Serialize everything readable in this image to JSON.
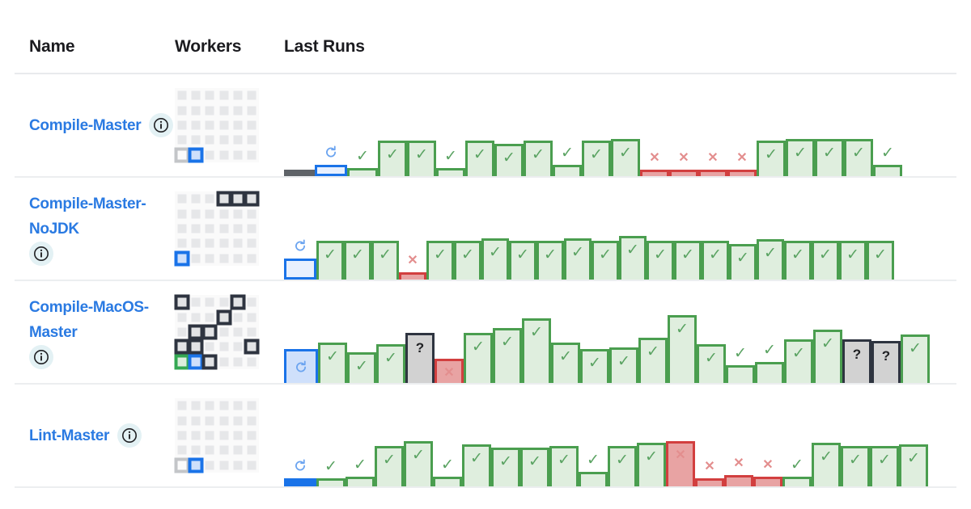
{
  "header": {
    "columns": [
      {
        "key": "name",
        "label": "Name"
      },
      {
        "key": "workers",
        "label": "Workers"
      },
      {
        "key": "runs",
        "label": "Last Runs"
      }
    ]
  },
  "icons": {
    "info": "info-icon",
    "running": "refresh-icon",
    "pass_mark": "✓",
    "fail_mark": "✕",
    "unknown_mark": "?",
    "running_mark": "↻"
  },
  "colors": {
    "link": "#2a7ae2",
    "pass_border": "#4a9e4f",
    "pass_fill": "#dfeede",
    "fail_border": "#d23f3f",
    "fail_fill": "#e8a3a3",
    "running_border": "#1a73e8",
    "running_fill": "#cfe0fb",
    "unknown_border": "#2e3440",
    "unknown_fill": "#d2d2d2",
    "queued": "#5f6368",
    "grid_cell": "#e6e7e9",
    "info_badge_bg": "#e3f1f4",
    "header_text": "#1b1b1f",
    "divider": "#e8eaed"
  },
  "rows": [
    {
      "name": "Compile-Master",
      "info_label": "info",
      "workers": {
        "cols": 6,
        "rows": 5,
        "cells": [
          {
            "r": 4,
            "c": 0,
            "state": "gray"
          },
          {
            "r": 4,
            "c": 1,
            "state": "blue"
          }
        ]
      },
      "runs": [
        {
          "state": "queued",
          "h": 8,
          "w": 38,
          "mark": ""
        },
        {
          "state": "runbox",
          "h": 14,
          "w": 40,
          "mark": "↻"
        },
        {
          "state": "pass",
          "h": 10,
          "w": 38,
          "mark": "✓"
        },
        {
          "state": "pass",
          "h": 44,
          "w": 36,
          "mark": "✓"
        },
        {
          "state": "pass",
          "h": 44,
          "w": 36,
          "mark": "✓"
        },
        {
          "state": "pass",
          "h": 10,
          "w": 36,
          "mark": "✓"
        },
        {
          "state": "pass",
          "h": 44,
          "w": 36,
          "mark": "✓"
        },
        {
          "state": "pass",
          "h": 40,
          "w": 36,
          "mark": "✓"
        },
        {
          "state": "pass",
          "h": 44,
          "w": 36,
          "mark": "✓"
        },
        {
          "state": "pass",
          "h": 14,
          "w": 36,
          "mark": "✓"
        },
        {
          "state": "pass",
          "h": 44,
          "w": 36,
          "mark": "✓"
        },
        {
          "state": "pass",
          "h": 46,
          "w": 36,
          "mark": "✓"
        },
        {
          "state": "fail",
          "h": 8,
          "w": 36,
          "mark": "✕"
        },
        {
          "state": "fail",
          "h": 8,
          "w": 36,
          "mark": "✕"
        },
        {
          "state": "fail",
          "h": 8,
          "w": 36,
          "mark": "✕"
        },
        {
          "state": "fail",
          "h": 8,
          "w": 36,
          "mark": "✕"
        },
        {
          "state": "pass",
          "h": 44,
          "w": 36,
          "mark": "✓"
        },
        {
          "state": "pass",
          "h": 46,
          "w": 36,
          "mark": "✓"
        },
        {
          "state": "pass",
          "h": 46,
          "w": 36,
          "mark": "✓"
        },
        {
          "state": "pass",
          "h": 46,
          "w": 36,
          "mark": "✓"
        },
        {
          "state": "pass",
          "h": 14,
          "w": 36,
          "mark": "✓"
        }
      ]
    },
    {
      "name": "Compile-Master-NoJDK",
      "info_label": "info",
      "workers": {
        "cols": 6,
        "rows": 5,
        "cells": [
          {
            "r": 0,
            "c": 3,
            "state": "dark"
          },
          {
            "r": 0,
            "c": 4,
            "state": "dark"
          },
          {
            "r": 0,
            "c": 5,
            "state": "dark"
          },
          {
            "r": 4,
            "c": 0,
            "state": "blue"
          }
        ]
      },
      "runs": [
        {
          "state": "runbox",
          "h": 26,
          "w": 40,
          "mark": "↻"
        },
        {
          "state": "pass",
          "h": 48,
          "w": 34,
          "mark": "✓"
        },
        {
          "state": "pass",
          "h": 48,
          "w": 34,
          "mark": "✓"
        },
        {
          "state": "pass",
          "h": 48,
          "w": 34,
          "mark": "✓"
        },
        {
          "state": "fail",
          "h": 9,
          "w": 34,
          "mark": "✕"
        },
        {
          "state": "pass",
          "h": 48,
          "w": 34,
          "mark": "✓"
        },
        {
          "state": "pass",
          "h": 48,
          "w": 34,
          "mark": "✓"
        },
        {
          "state": "pass",
          "h": 51,
          "w": 34,
          "mark": "✓"
        },
        {
          "state": "pass",
          "h": 48,
          "w": 34,
          "mark": "✓"
        },
        {
          "state": "pass",
          "h": 48,
          "w": 34,
          "mark": "✓"
        },
        {
          "state": "pass",
          "h": 51,
          "w": 34,
          "mark": "✓"
        },
        {
          "state": "pass",
          "h": 48,
          "w": 34,
          "mark": "✓"
        },
        {
          "state": "pass",
          "h": 54,
          "w": 34,
          "mark": "✓"
        },
        {
          "state": "pass",
          "h": 48,
          "w": 34,
          "mark": "✓"
        },
        {
          "state": "pass",
          "h": 48,
          "w": 34,
          "mark": "✓"
        },
        {
          "state": "pass",
          "h": 48,
          "w": 34,
          "mark": "✓"
        },
        {
          "state": "pass",
          "h": 44,
          "w": 34,
          "mark": "✓"
        },
        {
          "state": "pass",
          "h": 50,
          "w": 34,
          "mark": "✓"
        },
        {
          "state": "pass",
          "h": 48,
          "w": 34,
          "mark": "✓"
        },
        {
          "state": "pass",
          "h": 48,
          "w": 34,
          "mark": "✓"
        },
        {
          "state": "pass",
          "h": 48,
          "w": 34,
          "mark": "✓"
        },
        {
          "state": "pass",
          "h": 48,
          "w": 34,
          "mark": "✓"
        }
      ]
    },
    {
      "name": "Compile-MacOS-Master",
      "info_label": "info",
      "workers": {
        "cols": 6,
        "rows": 5,
        "cells": [
          {
            "r": 0,
            "c": 0,
            "state": "dark"
          },
          {
            "r": 0,
            "c": 4,
            "state": "dark"
          },
          {
            "r": 1,
            "c": 3,
            "state": "dark"
          },
          {
            "r": 2,
            "c": 1,
            "state": "dark"
          },
          {
            "r": 2,
            "c": 2,
            "state": "dark"
          },
          {
            "r": 3,
            "c": 0,
            "state": "dark"
          },
          {
            "r": 3,
            "c": 1,
            "state": "dark"
          },
          {
            "r": 3,
            "c": 5,
            "state": "dark"
          },
          {
            "r": 4,
            "c": 0,
            "state": "green"
          },
          {
            "r": 4,
            "c": 1,
            "state": "blue"
          },
          {
            "r": 4,
            "c": 2,
            "state": "dark"
          }
        ]
      },
      "runs": [
        {
          "state": "running",
          "h": 42,
          "w": 42,
          "mark": "↻"
        },
        {
          "state": "pass",
          "h": 50,
          "w": 36,
          "mark": "✓"
        },
        {
          "state": "pass",
          "h": 38,
          "w": 36,
          "mark": "✓"
        },
        {
          "state": "pass",
          "h": 48,
          "w": 36,
          "mark": "✓"
        },
        {
          "state": "unknown",
          "h": 62,
          "w": 36,
          "mark": "?"
        },
        {
          "state": "fail",
          "h": 30,
          "w": 36,
          "mark": "✕"
        },
        {
          "state": "pass",
          "h": 62,
          "w": 36,
          "mark": "✓"
        },
        {
          "state": "pass",
          "h": 68,
          "w": 36,
          "mark": "✓"
        },
        {
          "state": "pass",
          "h": 80,
          "w": 36,
          "mark": "✓"
        },
        {
          "state": "pass",
          "h": 50,
          "w": 36,
          "mark": "✓"
        },
        {
          "state": "pass",
          "h": 42,
          "w": 36,
          "mark": "✓"
        },
        {
          "state": "pass",
          "h": 44,
          "w": 36,
          "mark": "✓"
        },
        {
          "state": "pass",
          "h": 56,
          "w": 36,
          "mark": "✓"
        },
        {
          "state": "pass",
          "h": 84,
          "w": 36,
          "mark": "✓"
        },
        {
          "state": "pass",
          "h": 48,
          "w": 36,
          "mark": "✓"
        },
        {
          "state": "pass",
          "h": 22,
          "w": 36,
          "mark": "✓"
        },
        {
          "state": "pass",
          "h": 26,
          "w": 36,
          "mark": "✓"
        },
        {
          "state": "pass",
          "h": 54,
          "w": 36,
          "mark": "✓"
        },
        {
          "state": "pass",
          "h": 66,
          "w": 36,
          "mark": "✓"
        },
        {
          "state": "unknown",
          "h": 54,
          "w": 36,
          "mark": "?"
        },
        {
          "state": "unknown",
          "h": 52,
          "w": 36,
          "mark": "?"
        },
        {
          "state": "pass",
          "h": 60,
          "w": 36,
          "mark": "✓"
        }
      ]
    },
    {
      "name": "Lint-Master",
      "info_label": "info",
      "workers": {
        "cols": 6,
        "rows": 5,
        "cells": [
          {
            "r": 4,
            "c": 0,
            "state": "gray"
          },
          {
            "r": 4,
            "c": 1,
            "state": "blue"
          }
        ]
      },
      "runs": [
        {
          "state": "runflat",
          "h": 10,
          "w": 40,
          "mark": "↻"
        },
        {
          "state": "pass",
          "h": 10,
          "w": 36,
          "mark": "✓"
        },
        {
          "state": "pass",
          "h": 12,
          "w": 36,
          "mark": "✓"
        },
        {
          "state": "pass",
          "h": 50,
          "w": 36,
          "mark": "✓"
        },
        {
          "state": "pass",
          "h": 56,
          "w": 36,
          "mark": "✓"
        },
        {
          "state": "pass",
          "h": 12,
          "w": 36,
          "mark": "✓"
        },
        {
          "state": "pass",
          "h": 52,
          "w": 36,
          "mark": "✓"
        },
        {
          "state": "pass",
          "h": 48,
          "w": 36,
          "mark": "✓"
        },
        {
          "state": "pass",
          "h": 48,
          "w": 36,
          "mark": "✓"
        },
        {
          "state": "pass",
          "h": 50,
          "w": 36,
          "mark": "✓"
        },
        {
          "state": "pass",
          "h": 18,
          "w": 36,
          "mark": "✓"
        },
        {
          "state": "pass",
          "h": 50,
          "w": 36,
          "mark": "✓"
        },
        {
          "state": "pass",
          "h": 54,
          "w": 36,
          "mark": "✓"
        },
        {
          "state": "fail",
          "h": 56,
          "w": 36,
          "mark": "✕"
        },
        {
          "state": "fail",
          "h": 10,
          "w": 36,
          "mark": "✕"
        },
        {
          "state": "fail",
          "h": 14,
          "w": 36,
          "mark": "✕"
        },
        {
          "state": "fail",
          "h": 12,
          "w": 36,
          "mark": "✕"
        },
        {
          "state": "pass",
          "h": 12,
          "w": 36,
          "mark": "✓"
        },
        {
          "state": "pass",
          "h": 54,
          "w": 36,
          "mark": "✓"
        },
        {
          "state": "pass",
          "h": 50,
          "w": 36,
          "mark": "✓"
        },
        {
          "state": "pass",
          "h": 50,
          "w": 36,
          "mark": "✓"
        },
        {
          "state": "pass",
          "h": 52,
          "w": 36,
          "mark": "✓"
        }
      ]
    }
  ]
}
